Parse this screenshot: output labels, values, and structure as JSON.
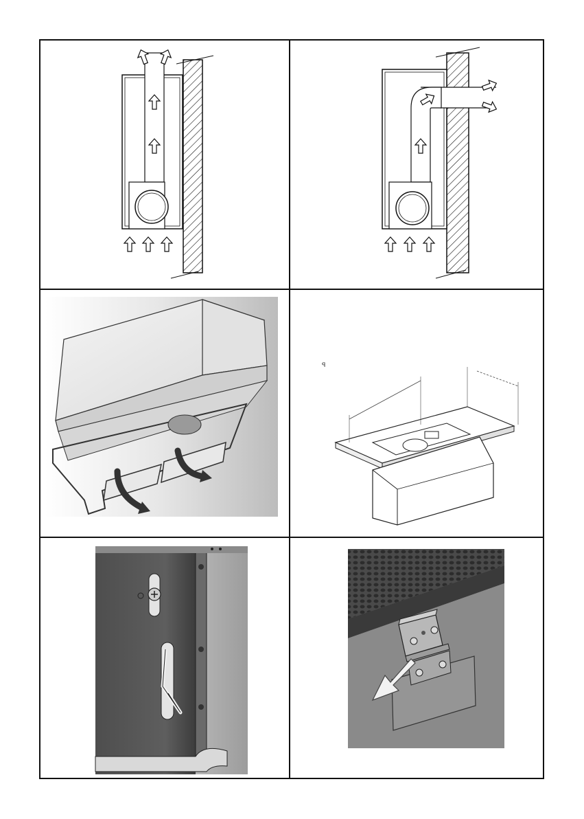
{
  "page": {
    "layout": "3x2 figure grid",
    "panels": [
      {
        "id": "p1",
        "icon": "vertical-duct-exhaust-diagram-icon"
      },
      {
        "id": "p2",
        "icon": "wall-duct-exhaust-diagram-icon"
      },
      {
        "id": "p3",
        "icon": "hood-filter-open-render-icon"
      },
      {
        "id": "p4",
        "icon": "cabinet-installation-render-icon"
      },
      {
        "id": "p5",
        "icon": "side-bracket-render-icon"
      },
      {
        "id": "p6",
        "icon": "hinge-detail-render-icon"
      }
    ],
    "annotation_label": "ꟼ"
  },
  "colors": {
    "line": "#111111",
    "metal_dark": "#4a4a4a",
    "metal_mid": "#7a7a7a",
    "metal_light": "#c8c8c8",
    "background": "#ffffff"
  }
}
